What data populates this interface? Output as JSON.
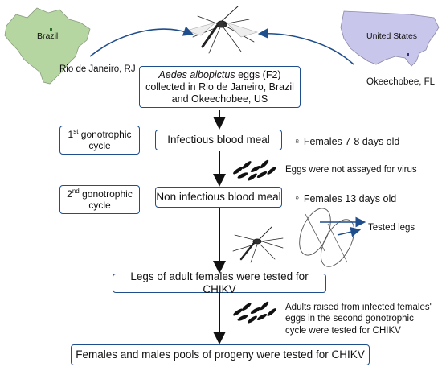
{
  "maps": {
    "brazil": {
      "label": "Brazil",
      "fill": "#b5d6a0",
      "place": "Rio de Janeiro, RJ"
    },
    "usa": {
      "label": "United States",
      "fill": "#c9c6ec",
      "place": "Okeechobee, FL"
    }
  },
  "colors": {
    "box_border": "#1f4e8c",
    "arrow_blue": "#1f4e8c",
    "arrow_black": "#111111"
  },
  "nodes": {
    "eggs": {
      "species": "Aedes albopictus",
      "line1_rest": " eggs (F2)",
      "line2": "collected in Rio de Janeiro, Brazil",
      "line3": "and Okeechobee, US"
    },
    "cycle1": {
      "ordinal": "1",
      "suffix": "st",
      "rest": " gonotrophic",
      "line2": "cycle"
    },
    "cycle2": {
      "ordinal": "2",
      "suffix": "nd",
      "rest": " gonotrophic",
      "line2": "cycle"
    },
    "infectious": "Infectious blood meal",
    "noninfectious": "Non infectious blood meal",
    "legs_tested": "Legs of adult females were tested for CHIKV",
    "progeny": "Females and males pools of progeny were tested for CHIKV"
  },
  "notes": {
    "females_7_8": "♀ Females 7-8 days old",
    "eggs_not_assayed": "Eggs were not assayed for virus",
    "females_13": "♀ Females 13 days old",
    "tested_legs": "Tested legs",
    "adults_raised_1": "Adults raised from infected females'",
    "adults_raised_2": "eggs in the second gonotrophic",
    "adults_raised_3": "cycle were tested for CHIKV"
  },
  "icons": [
    "mosquito-icon",
    "eggs-icon",
    "mosquito-leg-icon"
  ]
}
